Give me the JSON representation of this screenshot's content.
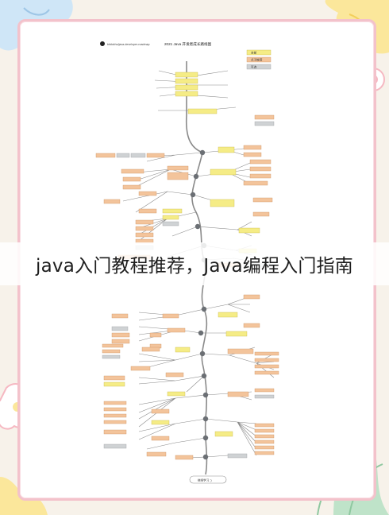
{
  "overlay": {
    "title": "java入门教程推荐，Java编程入门指南"
  },
  "roadmap": {
    "header": {
      "repo": "bitdokho/java-developer-roadmap",
      "title": "2021 Java 开发者成长路线图"
    },
    "legend": [
      "全部",
      "点子推荐",
      "可选"
    ],
    "footer": "继续学习 :)"
  },
  "colors": {
    "spine": "#8a8a8a",
    "node": "#6b6f74",
    "box_main": "#f5ec86",
    "box_orange": "#f3c49b",
    "box_gray": "#cfd2d4",
    "frame": "#f3c2cb"
  }
}
